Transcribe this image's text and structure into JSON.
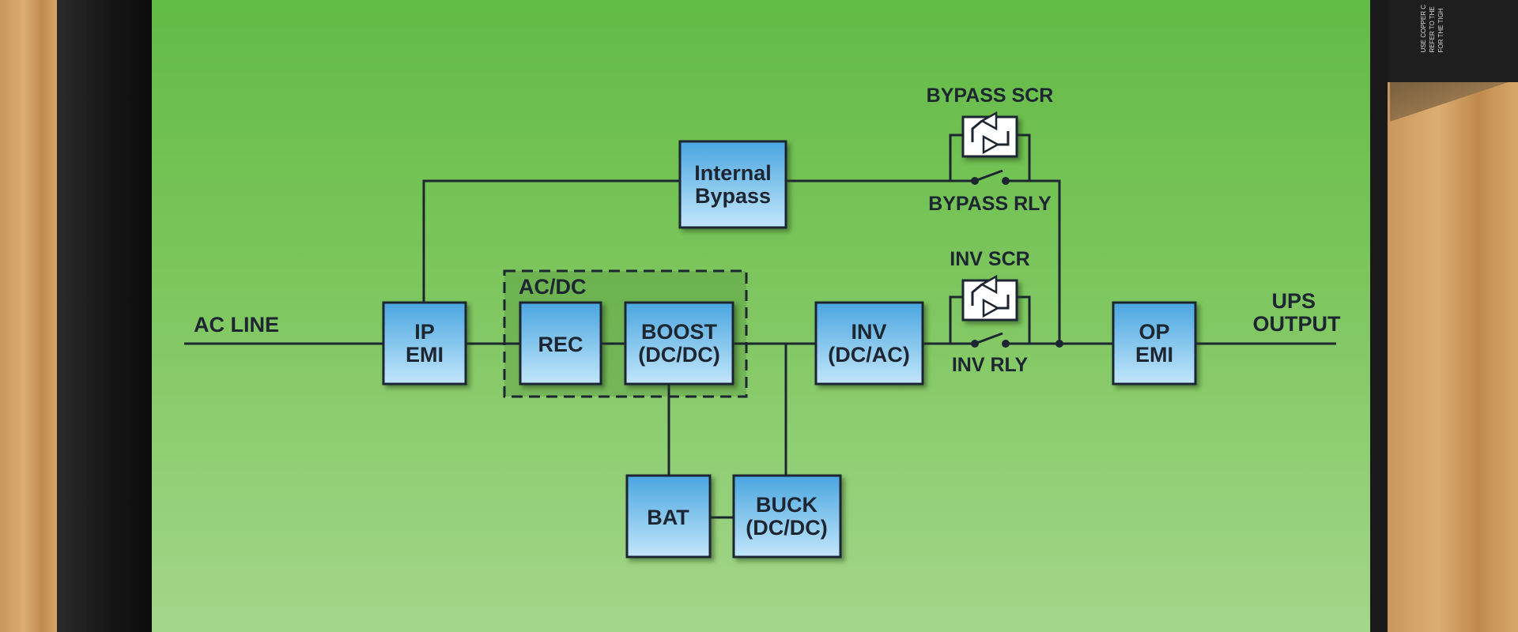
{
  "diagram": {
    "blocks": {
      "internal_bypass": [
        "Internal",
        "Bypass"
      ],
      "ip_emi": [
        "IP",
        "EMI"
      ],
      "rec": [
        "REC"
      ],
      "boost": [
        "BOOST",
        "(DC/DC)"
      ],
      "inv": [
        "INV",
        "(DC/AC)"
      ],
      "op_emi": [
        "OP",
        "EMI"
      ],
      "bat": [
        "BAT"
      ],
      "buck": [
        "BUCK",
        "(DC/DC)"
      ]
    },
    "group_label": "AC/DC",
    "labels": {
      "ac_line": "AC LINE",
      "ups_output": [
        "UPS",
        "OUTPUT"
      ],
      "bypass_scr": "BYPASS SCR",
      "bypass_rly": "BYPASS RLY",
      "inv_scr": "INV SCR",
      "inv_rly": "INV RLY"
    },
    "device_label": [
      "USE COPPER C",
      "REFER TO THE",
      "FOR THE TIGH"
    ]
  },
  "colors": {
    "background_green": "#6cbf4e",
    "block_blue": "#5ab2e6",
    "line": "#1c2530"
  }
}
